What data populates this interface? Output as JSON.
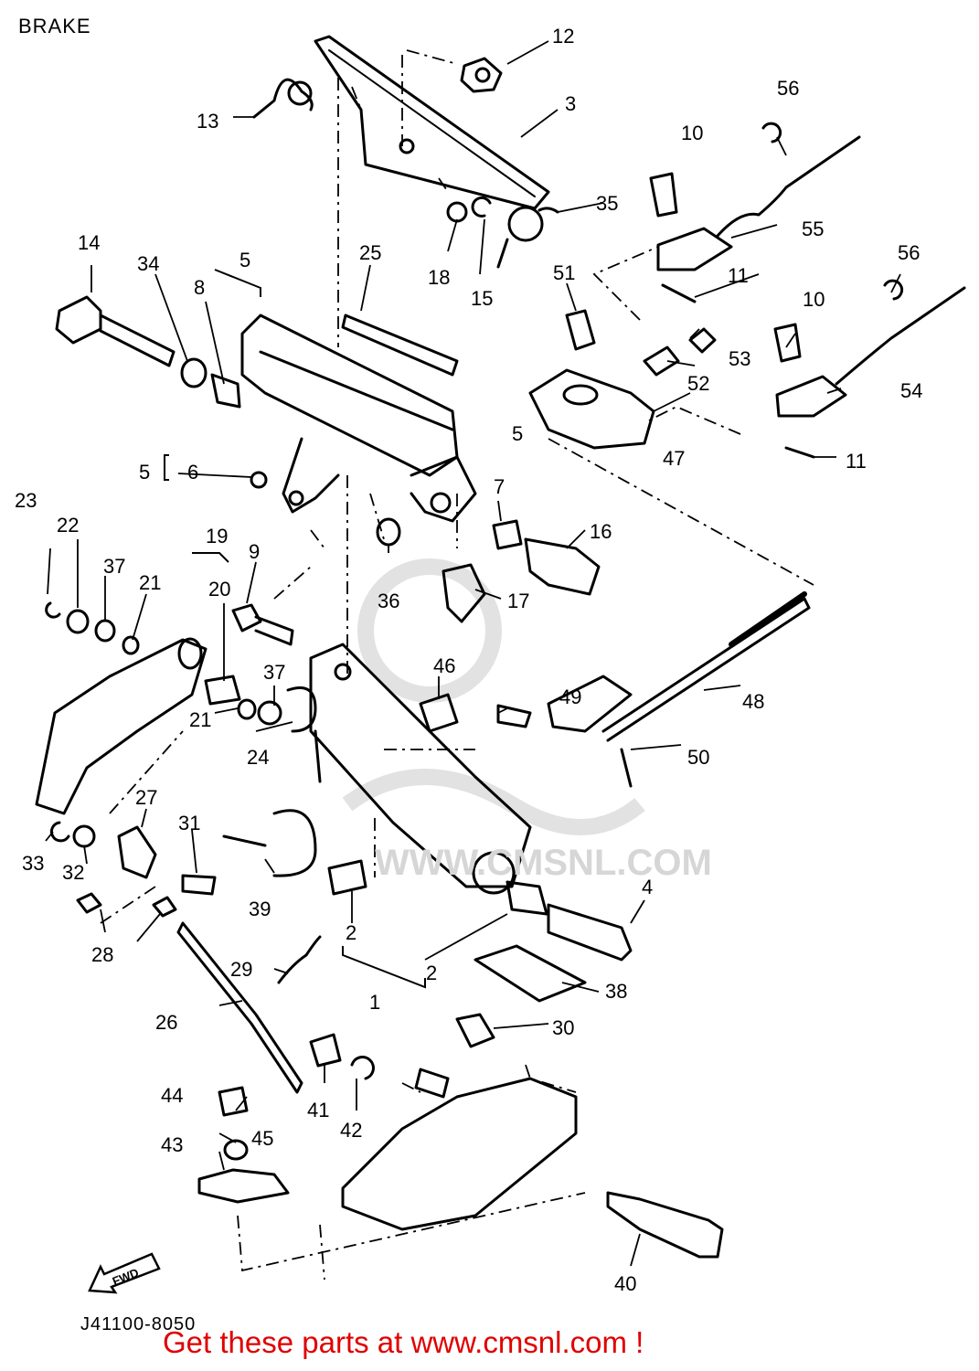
{
  "title": "BRAKE",
  "part_code": "J41100-8050",
  "footer": "Get these parts at www.cmsnl.com !",
  "watermark": "WWW.CMSNL.COM",
  "fwd_label": "FWD",
  "bracket_label": "5",
  "callouts": [
    "1",
    "2",
    "2",
    "2",
    "3",
    "4",
    "5",
    "5",
    "6",
    "7",
    "8",
    "9",
    "10",
    "10",
    "11",
    "11",
    "12",
    "13",
    "14",
    "15",
    "16",
    "17",
    "18",
    "19",
    "20",
    "21",
    "21",
    "22",
    "23",
    "24",
    "25",
    "26",
    "27",
    "28",
    "28",
    "29",
    "30",
    "31",
    "32",
    "33",
    "34",
    "35",
    "36",
    "37",
    "37",
    "38",
    "39",
    "40",
    "41",
    "42",
    "43",
    "44",
    "45",
    "46",
    "47",
    "48",
    "49",
    "50",
    "51",
    "52",
    "53",
    "54",
    "55",
    "56",
    "56"
  ],
  "colors": {
    "footer": "#e00000",
    "line": "#000000",
    "watermark": "#d6d6d6"
  }
}
